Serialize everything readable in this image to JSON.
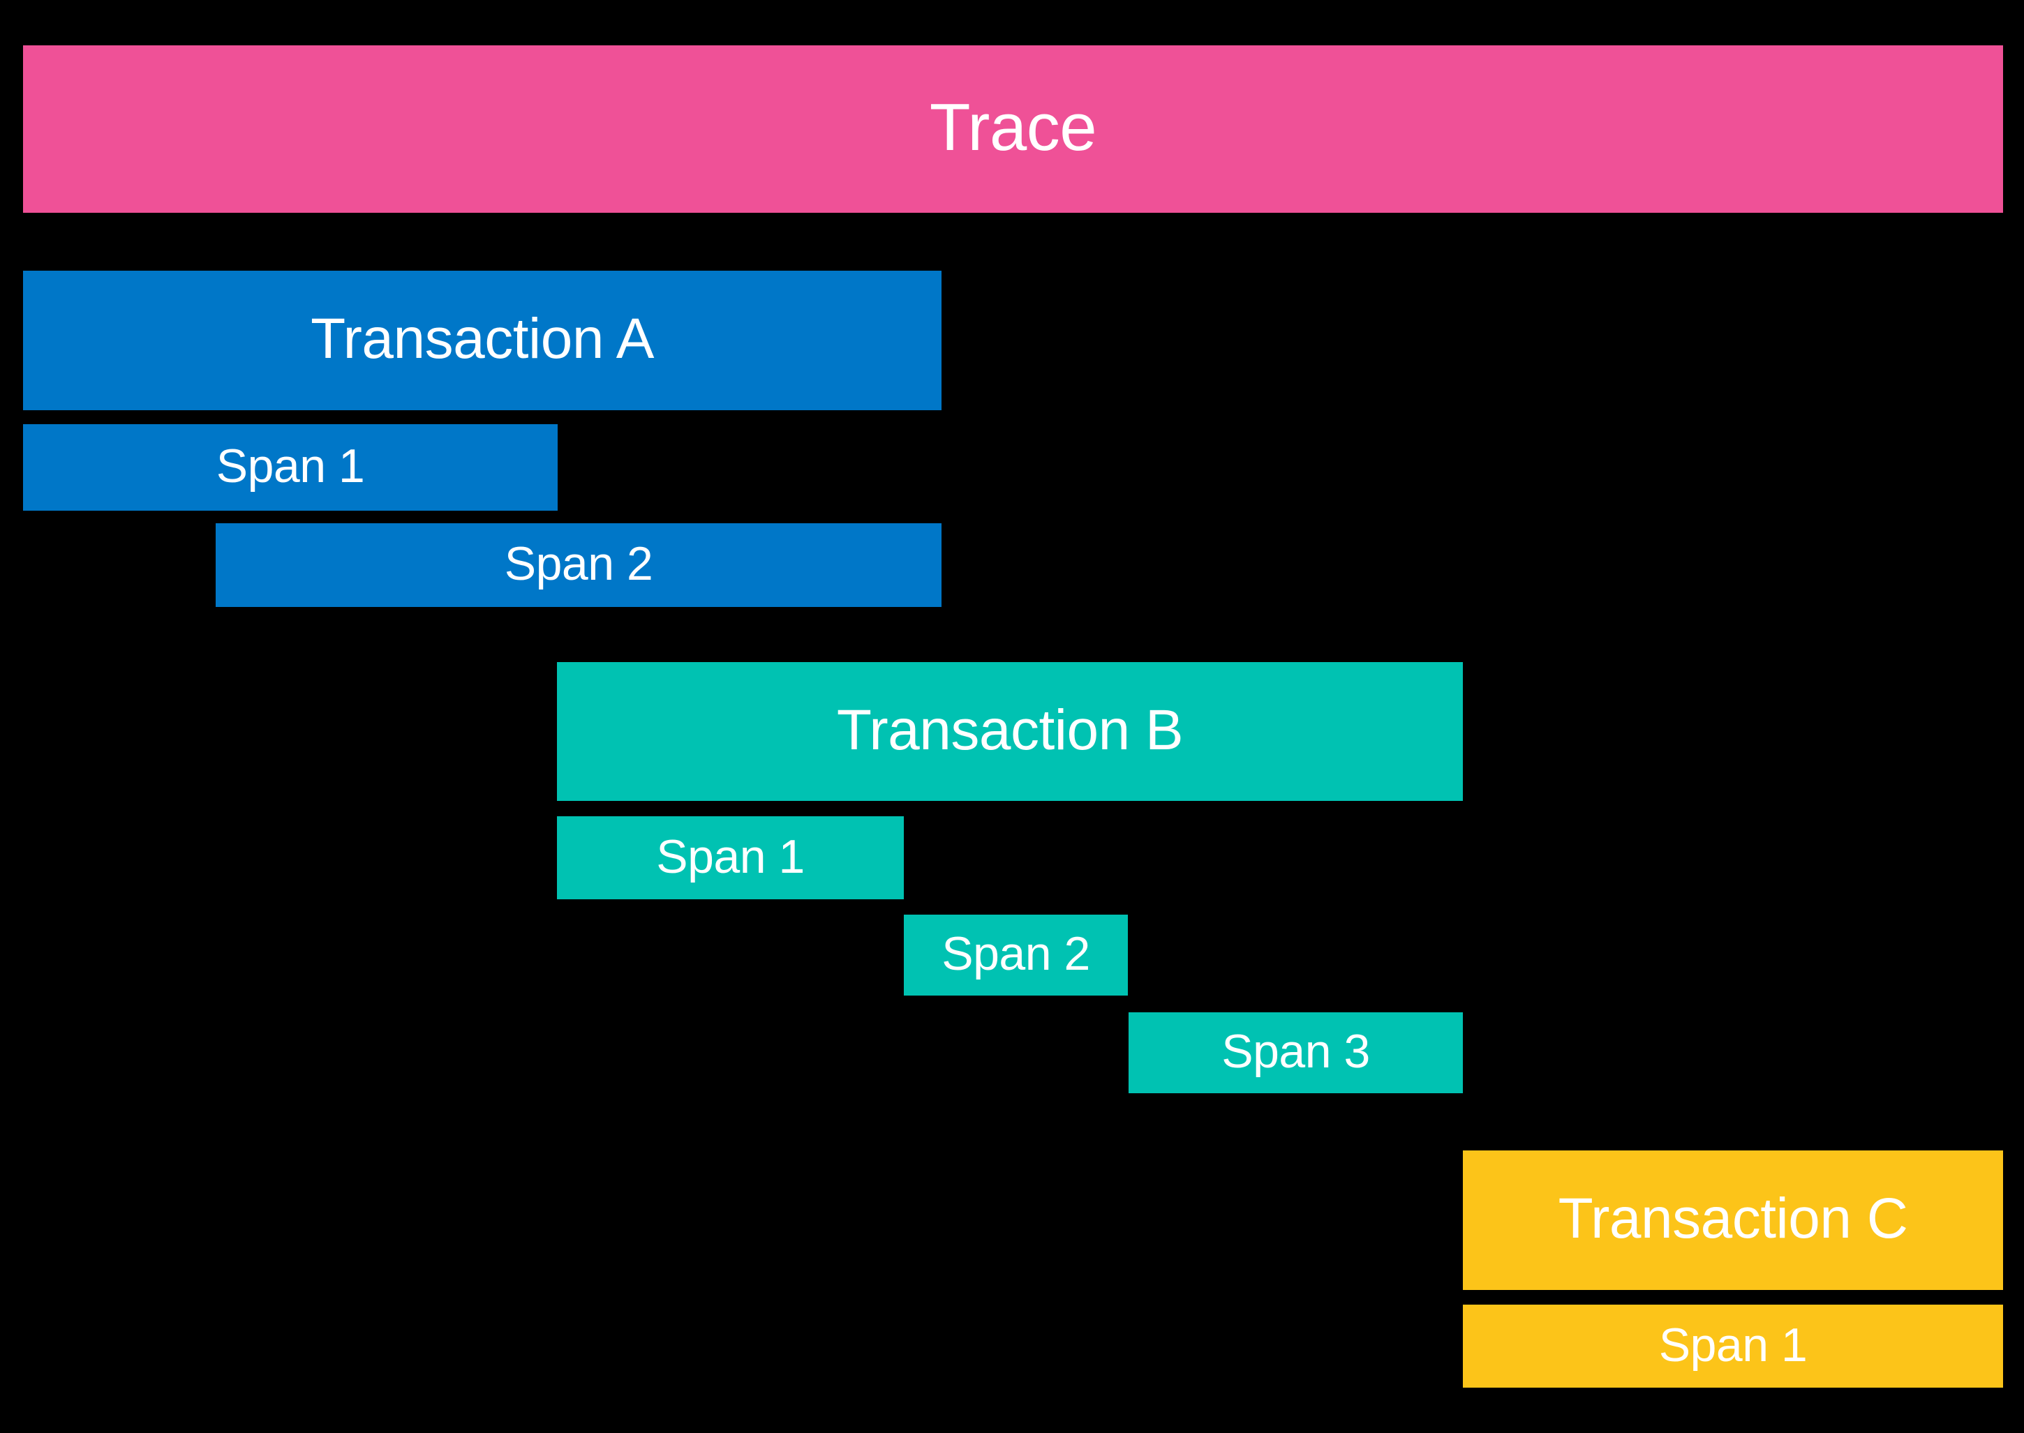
{
  "diagram": {
    "title": "Trace",
    "background_color": "#000000",
    "text_color": "#ffffff",
    "colors": {
      "trace": "#ef5197",
      "transaction_a": "#0077c8",
      "transaction_b": "#00c2b2",
      "transaction_c": "#fcc419"
    },
    "root": {
      "label": "Trace"
    },
    "transactions": [
      {
        "label": "Transaction A",
        "color": "#0077c8",
        "spans": [
          {
            "label": "Span 1"
          },
          {
            "label": "Span 2"
          }
        ]
      },
      {
        "label": "Transaction B",
        "color": "#00c2b2",
        "spans": [
          {
            "label": "Span 1"
          },
          {
            "label": "Span 2"
          },
          {
            "label": "Span 3"
          }
        ]
      },
      {
        "label": "Transaction C",
        "color": "#fcc419",
        "spans": [
          {
            "label": "Span 1"
          }
        ]
      }
    ]
  }
}
